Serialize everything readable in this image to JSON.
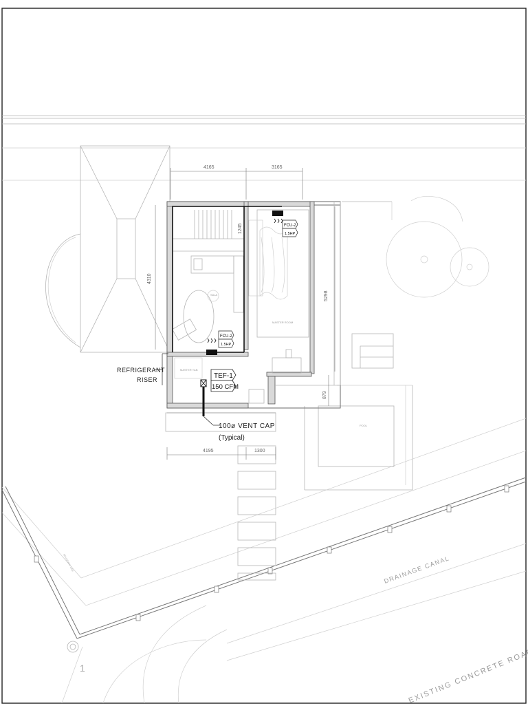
{
  "dimensions": {
    "top_left": "4165",
    "top_right": "3165",
    "left": "4310",
    "right_upper": "5298",
    "right_lower": "879",
    "inner": "1245",
    "bottom_left": "4195",
    "bottom_right": "1300"
  },
  "labels": {
    "refrigerant_line1": "REFRIGERANT",
    "refrigerant_line2": "RISER",
    "tef_name": "TEF-1",
    "tef_cfm": "150 CFM",
    "vent_line1": "100ø VENT CAP",
    "vent_line2": "(Typical)",
    "fcu_top_name": "FCU-2",
    "fcu_top_hp": "1.5HP",
    "fcu_mid_name": "FCU-2",
    "fcu_mid_hp": "1.5HP",
    "room_sala": "SALA",
    "room_master_bedroom": "MASTER ROOM",
    "room_master_toilet": "MASTER T&B",
    "pool": "POOL",
    "drainage_canal": "DRAINAGE CANAL",
    "road": "EXISTING CONCRETE ROAD",
    "boundary": "BOUNDARY LINE",
    "grid_marker": "1"
  },
  "colors": {
    "line_dark": "#1a1a1a",
    "line_light": "#b5b5b5",
    "wall_fill": "#d9d9d9"
  }
}
